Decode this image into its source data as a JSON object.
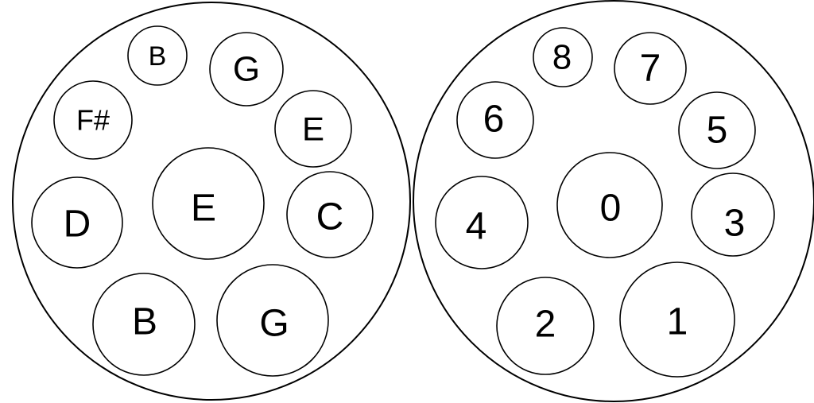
{
  "drums": [
    {
      "name": "note-drum",
      "fields": [
        {
          "id": "center",
          "label": "E"
        },
        {
          "id": "1",
          "label": "G"
        },
        {
          "id": "2",
          "label": "B"
        },
        {
          "id": "3",
          "label": "C"
        },
        {
          "id": "4",
          "label": "D"
        },
        {
          "id": "5",
          "label": "E"
        },
        {
          "id": "6",
          "label": "F#"
        },
        {
          "id": "7",
          "label": "G"
        },
        {
          "id": "8",
          "label": "B"
        }
      ]
    },
    {
      "name": "number-drum",
      "fields": [
        {
          "id": "center",
          "label": "0"
        },
        {
          "id": "1",
          "label": "1"
        },
        {
          "id": "2",
          "label": "2"
        },
        {
          "id": "3",
          "label": "3"
        },
        {
          "id": "4",
          "label": "4"
        },
        {
          "id": "5",
          "label": "5"
        },
        {
          "id": "6",
          "label": "6"
        },
        {
          "id": "7",
          "label": "7"
        },
        {
          "id": "8",
          "label": "8"
        }
      ]
    }
  ]
}
